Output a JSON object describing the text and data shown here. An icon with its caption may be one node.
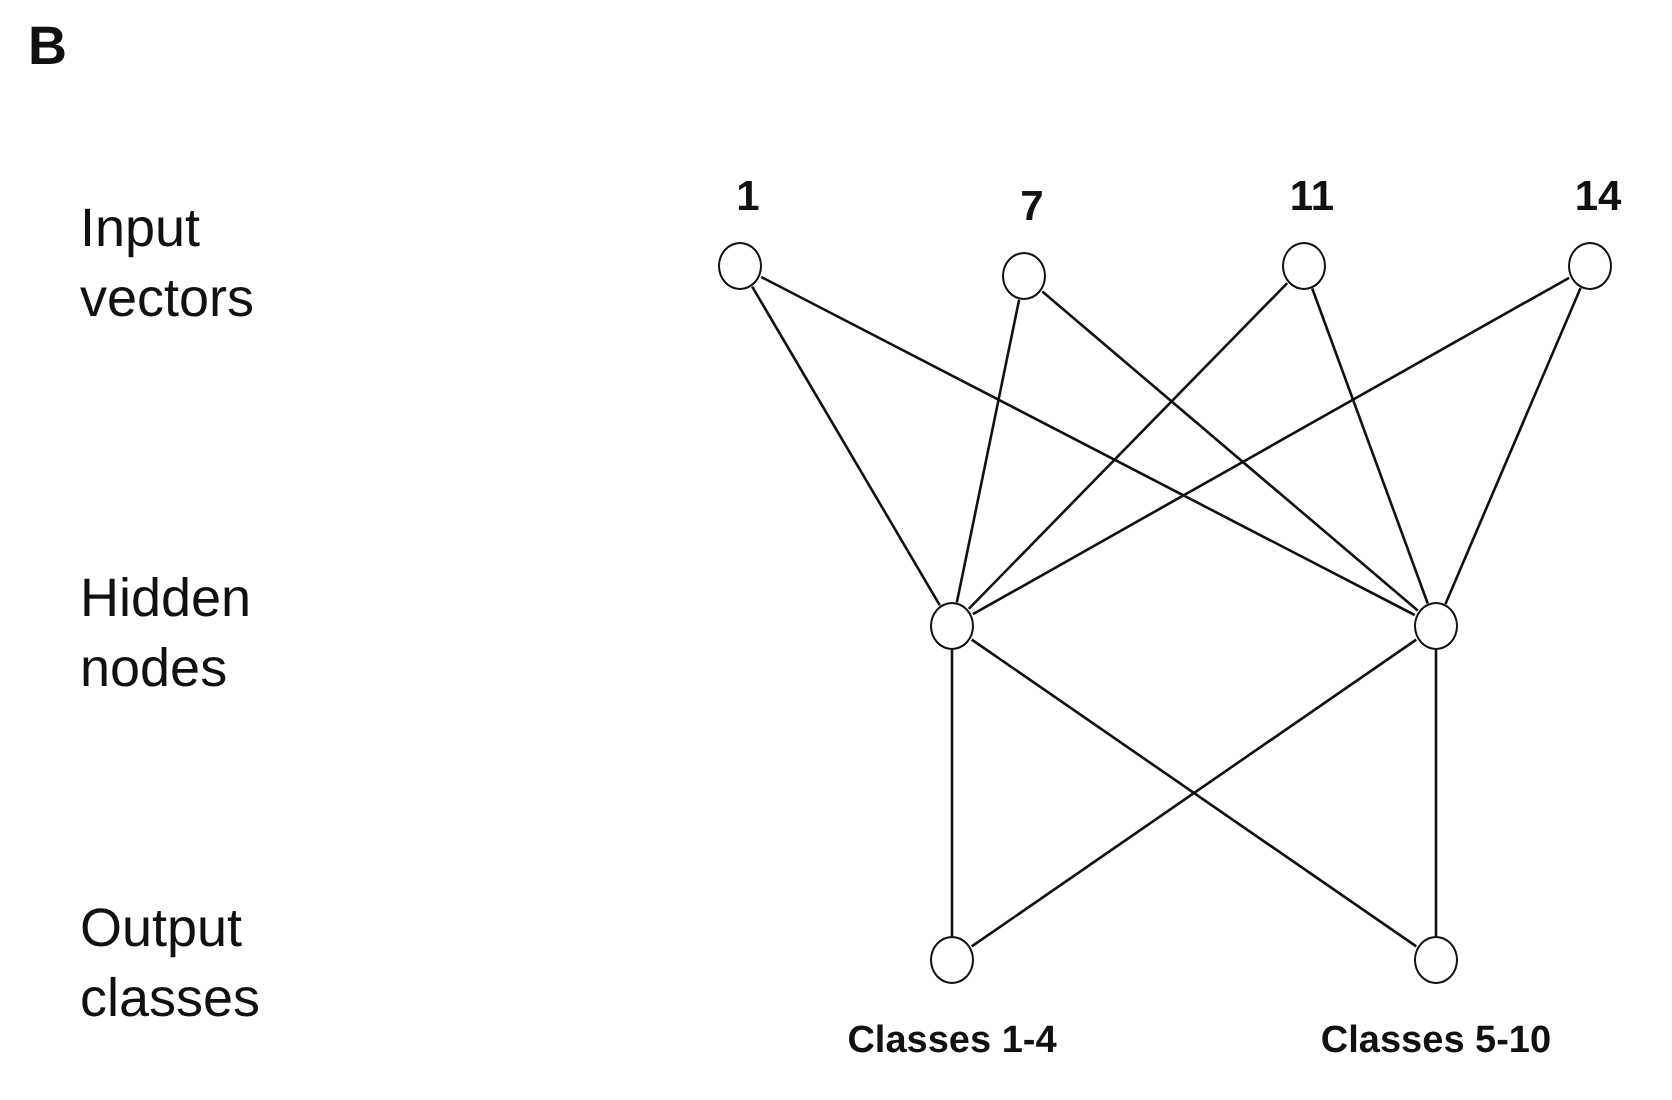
{
  "diagram": {
    "nodes": [
      {
        "text": [],
        "shape": "circle",
        "beside": [
          "1"
        ]
      },
      {
        "text": [],
        "shape": "circle",
        "beside": [
          "7"
        ]
      },
      {
        "text": [],
        "shape": "circle",
        "beside": [
          "11"
        ]
      },
      {
        "text": [],
        "shape": "circle",
        "beside": [
          "14"
        ]
      },
      {
        "text": [],
        "shape": "circle"
      },
      {
        "text": [],
        "shape": "circle"
      },
      {
        "text": [],
        "shape": "circle",
        "beside": [
          "Classes 1-4"
        ]
      },
      {
        "text": [],
        "shape": "circle",
        "beside": [
          "Classes 5-10"
        ]
      }
    ],
    "edges": [
      {
        "from": 0,
        "to": 4,
        "arrow": "none"
      },
      {
        "from": 0,
        "to": 5,
        "arrow": "none"
      },
      {
        "from": 1,
        "to": 4,
        "arrow": "none"
      },
      {
        "from": 1,
        "to": 5,
        "arrow": "none"
      },
      {
        "from": 2,
        "to": 4,
        "arrow": "none"
      },
      {
        "from": 2,
        "to": 5,
        "arrow": "none"
      },
      {
        "from": 3,
        "to": 4,
        "arrow": "none"
      },
      {
        "from": 3,
        "to": 5,
        "arrow": "none"
      },
      {
        "from": 4,
        "to": 6,
        "arrow": "none"
      },
      {
        "from": 4,
        "to": 7,
        "arrow": "none"
      },
      {
        "from": 5,
        "to": 6,
        "arrow": "none"
      },
      {
        "from": 5,
        "to": 7,
        "arrow": "none"
      }
    ],
    "labels": [
      "B",
      "Input vectors",
      "Hidden nodes",
      "Output classes"
    ]
  }
}
